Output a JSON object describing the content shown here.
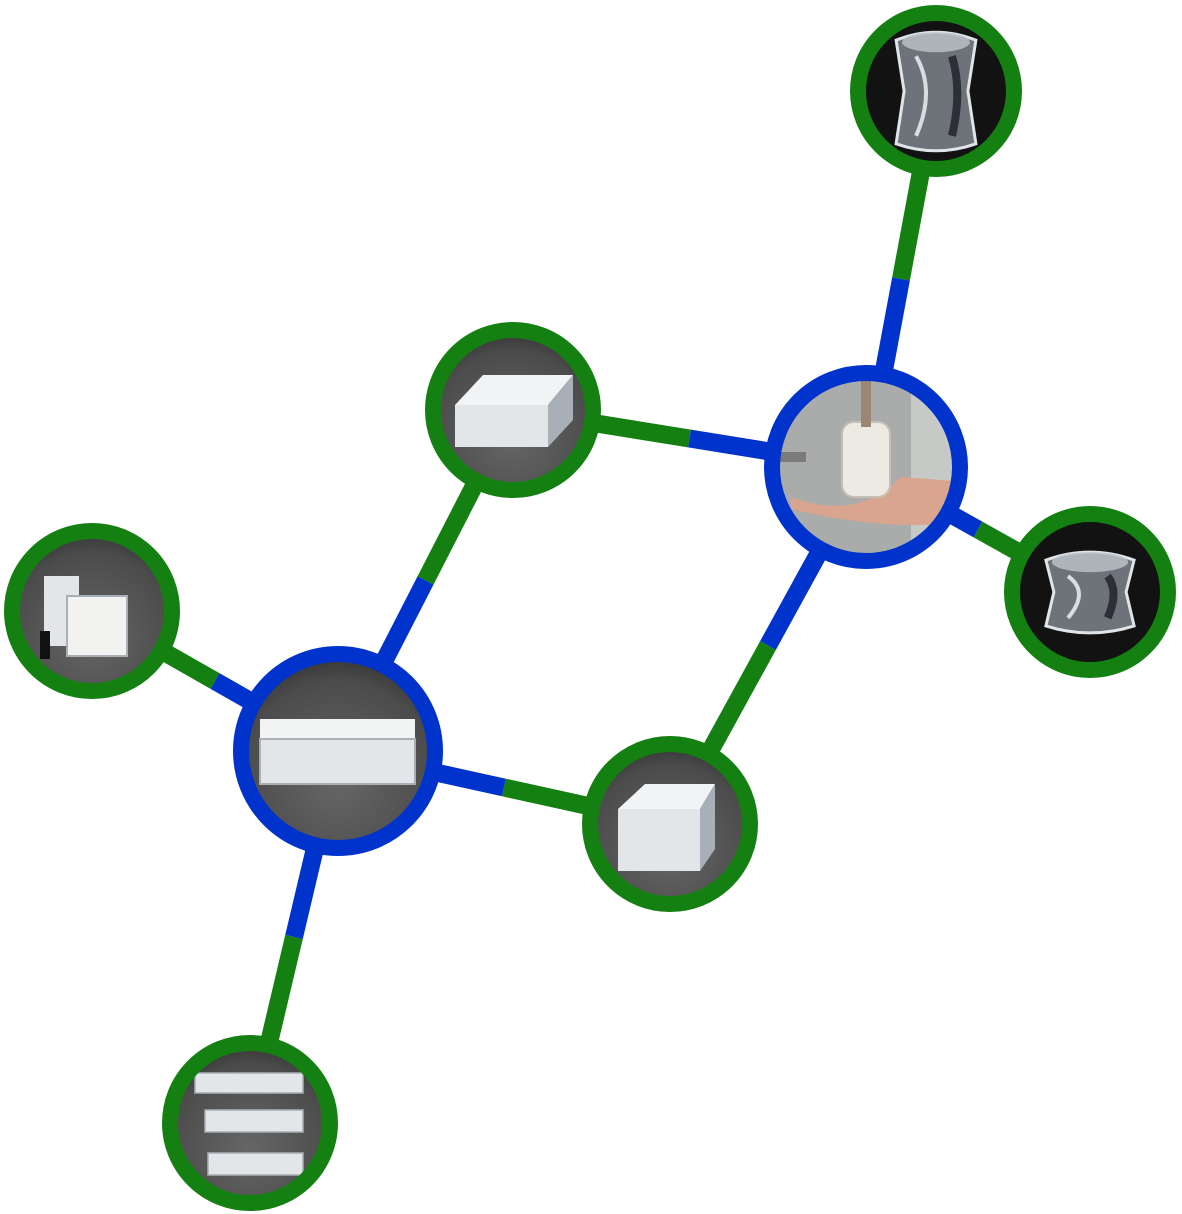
{
  "diagram": {
    "type": "molecule-style network of photo nodes",
    "colors": {
      "background": "#ffffff",
      "green": "#158012",
      "blue": "#0033cc",
      "photo_dark": "#121212",
      "photo_gray": "#4b4b4b",
      "crystal_light": "#e3e6e8",
      "crystal_edge": "#a8afb6",
      "hand": "#d9a58f",
      "wall": "#a9acab"
    },
    "nodes": [
      {
        "id": "clear-crystal-top",
        "ring": "green",
        "icon": "faceted-clear-crystal"
      },
      {
        "id": "hand-crystal-center-right",
        "ring": "blue",
        "icon": "hand-holding-crystal"
      },
      {
        "id": "clear-crystal-right",
        "ring": "green",
        "icon": "faceted-clear-crystal-short"
      },
      {
        "id": "crystal-block-top-middle",
        "ring": "green",
        "icon": "rectangular-crystal-block"
      },
      {
        "id": "crystal-pieces-left",
        "ring": "green",
        "icon": "two-crystal-pieces"
      },
      {
        "id": "long-crystal-center-left",
        "ring": "blue",
        "icon": "long-crystal-bar"
      },
      {
        "id": "crystal-cube-bottom-middle",
        "ring": "green",
        "icon": "crystal-cube"
      },
      {
        "id": "crystal-bars-bottom",
        "ring": "green",
        "icon": "three-crystal-bars"
      }
    ],
    "edges": [
      {
        "from": "clear-crystal-top",
        "to": "hand-crystal-center-right",
        "split": "green-blue"
      },
      {
        "from": "hand-crystal-center-right",
        "to": "clear-crystal-right",
        "split": "blue-green"
      },
      {
        "from": "crystal-block-top-middle",
        "to": "hand-crystal-center-right",
        "split": "green-blue"
      },
      {
        "from": "crystal-block-top-middle",
        "to": "long-crystal-center-left",
        "split": "green-blue"
      },
      {
        "from": "crystal-pieces-left",
        "to": "long-crystal-center-left",
        "split": "green-blue"
      },
      {
        "from": "long-crystal-center-left",
        "to": "crystal-cube-bottom-middle",
        "split": "blue-green"
      },
      {
        "from": "crystal-cube-bottom-middle",
        "to": "hand-crystal-center-right",
        "split": "green-blue"
      },
      {
        "from": "long-crystal-center-left",
        "to": "crystal-bars-bottom",
        "split": "blue-green"
      }
    ]
  }
}
